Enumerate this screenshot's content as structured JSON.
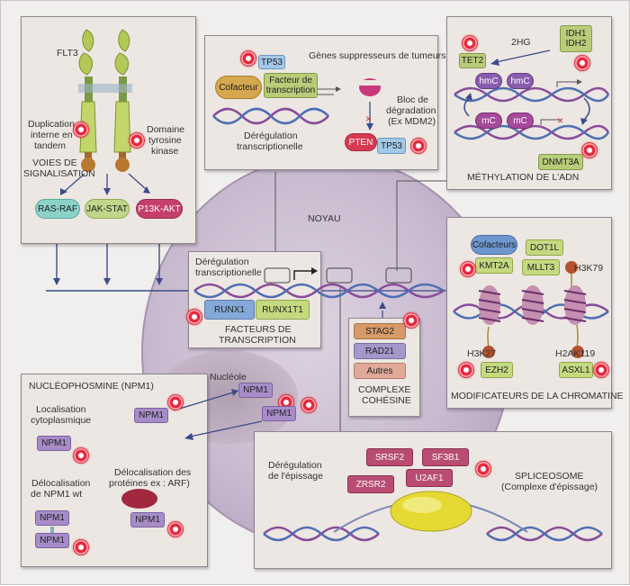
{
  "flt3": {
    "title": "FLT3",
    "duplication": [
      "Duplication",
      "interne en",
      "tandem"
    ],
    "domaine": [
      "Domaine",
      "tyrosine",
      "kinase"
    ],
    "voies": [
      "VOIES DE",
      "SIGNALISATION"
    ],
    "pathways": [
      "RAS-RAF",
      "JAK-STAT",
      "P13K-AKT"
    ]
  },
  "suppresseurs": {
    "title": "Gènes suppresseurs de tumeurs",
    "cofacteur": "Cofacteur",
    "tp53_top": "TP53",
    "facteur": [
      "Facteur de",
      "transcription"
    ],
    "bloc": [
      "Bloc de",
      "dégradation",
      "(Ex MDM2)"
    ],
    "pten": "PTEN",
    "tp53_bottom": "TP53",
    "dereg": [
      "Dérégulation",
      "transcriptionelle"
    ]
  },
  "methylation": {
    "title": "MÉTHYLATION DE L'ADN",
    "two_hg": "2HG",
    "idh1": "IDH1",
    "idh2": "IDH2",
    "tet2": "TET2",
    "hmc1": "hmC",
    "hmc2": "hmC",
    "mc1": "mC",
    "mc2": "mC",
    "dnmt3a": "DNMT3A"
  },
  "noyau": {
    "label": "NOYAU",
    "nucleole": "Nucléole"
  },
  "facteurs": {
    "dereg": [
      "Dérégulation",
      "transcriptionelle"
    ],
    "runx1": "RUNX1",
    "runx1t1": "RUNX1T1",
    "title": [
      "FACTEURS DE",
      "TRANSCRIPTION"
    ]
  },
  "cohesine": {
    "stag2": "STAG2",
    "rad21": "RAD21",
    "autres": "Autres",
    "title": [
      "COMPLEXE",
      "COHÉSINE"
    ]
  },
  "chromatine": {
    "cofacteurs": "Cofacteurs",
    "dot1l": "DOT1L",
    "kmt2a": "KMT2A",
    "mllt3": "MLLT3",
    "h3k79": "H3K79",
    "h3k27": "H3K27",
    "h2ak119": "H2AK119",
    "ezh2": "EZH2",
    "asxl1": "ASXL1",
    "title": "MODIFICATEURS DE LA CHROMATINE"
  },
  "npm1": {
    "title": "NUCLÉOPHOSMINE (NPM1)",
    "npm1_label": "NPM1",
    "localisation": [
      "Localisation",
      "cytoplasmique"
    ],
    "delocalisation_wt": [
      "Délocalisation",
      "de NPM1 wt"
    ],
    "delocalisation_prot": [
      "Délocalisation des",
      "protéines ex : ARF)"
    ]
  },
  "epissage": {
    "dereg": [
      "Dérégulation",
      "de l'épissage"
    ],
    "srsf2": "SRSF2",
    "sf3b1": "SF3B1",
    "u2af1": "U2AF1",
    "zrsr2": "ZRSR2",
    "spliceosome": [
      "SPLICEOSOME",
      "(Complexe d'épissage)"
    ]
  }
}
